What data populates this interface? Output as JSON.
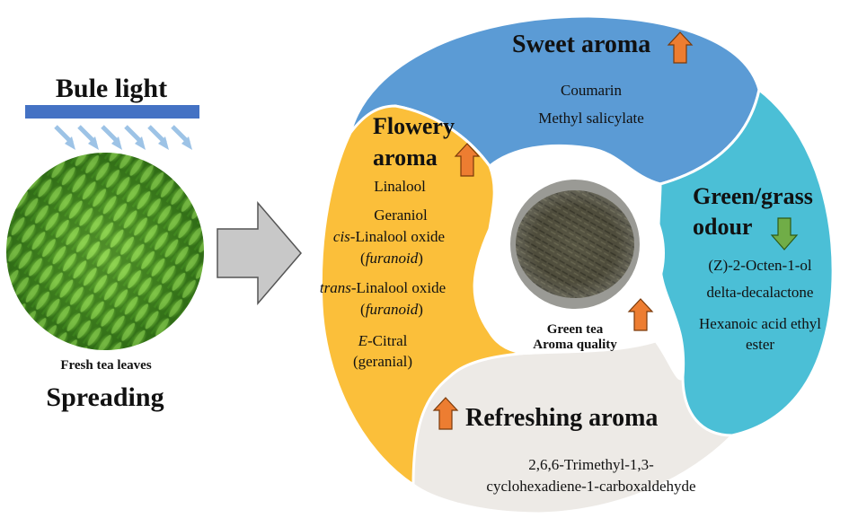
{
  "left": {
    "light_title": "Bule light",
    "leaves_caption": "Fresh tea leaves",
    "process_label": "Spreading",
    "light_color": "#4472c4"
  },
  "center": {
    "label_line1": "Green tea",
    "label_line2": "Aroma quality",
    "trend": "up"
  },
  "sweet": {
    "title": "Sweet aroma",
    "trend": "up",
    "color": "#5b9bd5",
    "compounds": [
      "Coumarin",
      "Methyl salicylate"
    ]
  },
  "flowery": {
    "title_line1": "Flowery",
    "title_line2": "aroma",
    "trend": "up",
    "color": "#fbbf3a",
    "c1": "Linalool",
    "c2": "Geraniol",
    "c3_italic": "cis",
    "c3_rest": "-Linalool oxide",
    "c3b_open": "(",
    "c3b_italic": "furanoid",
    "c3b_close": ")",
    "c4_italic": "trans",
    "c4_rest": "-Linalool oxide",
    "c4b_open": "(",
    "c4b_italic": "furanoid",
    "c4b_close": ")",
    "c5_italic": "E",
    "c5_rest": "-Citral",
    "c5b": "(geranial)"
  },
  "green": {
    "title_line1": "Green/grass",
    "title_line2": "odour",
    "trend": "down",
    "color": "#4bbfd6",
    "compounds": [
      "(Z)-2-Octen-1-ol",
      "delta-decalactone",
      "Hexanoic acid ethyl",
      "ester"
    ]
  },
  "refreshing": {
    "title": "Refreshing aroma",
    "trend": "up",
    "color": "#edeae6",
    "compounds": [
      "2,6,6-Trimethyl-1,3-",
      "cyclohexadiene-1-carboxaldehyde"
    ]
  },
  "colors": {
    "up_arrow": "#ed7d31",
    "down_arrow": "#70ad47",
    "outline": "#ffffff",
    "big_arrow": "#c8c8c8"
  }
}
